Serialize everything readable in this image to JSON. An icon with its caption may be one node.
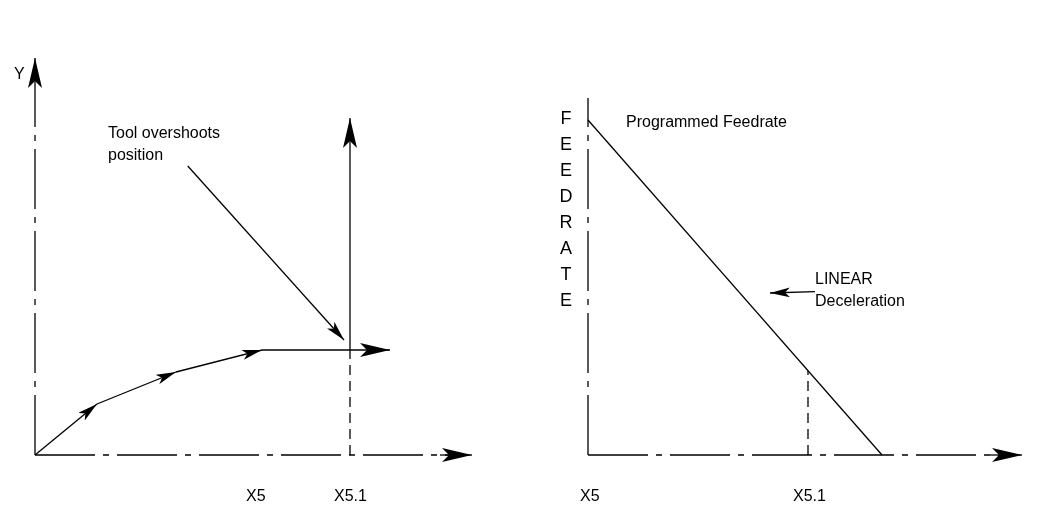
{
  "diagram": {
    "nodes": [
      {
        "text": [
          "Tool overshoots position"
        ]
      },
      {
        "text": [
          "LINEAR Deceleration"
        ]
      }
    ],
    "edges": [
      {
        "from": 0,
        "to": null,
        "arrow": "to"
      },
      {
        "from": 1,
        "to": null,
        "arrow": "to"
      }
    ],
    "labels": [
      "Y",
      "X5",
      "X5.1",
      "FEEDRATE",
      "Programmed Feedrate",
      "X5",
      "X5.1"
    ]
  }
}
